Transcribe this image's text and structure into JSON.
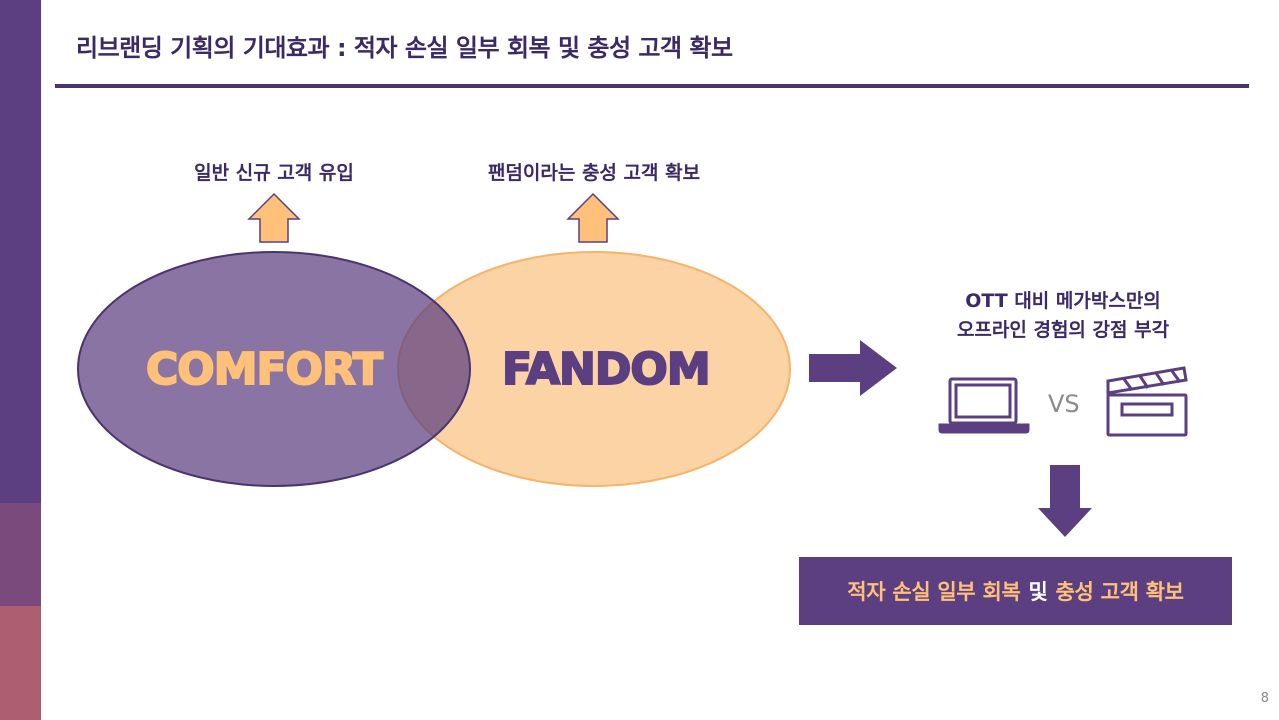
{
  "colors": {
    "primary": "#5b3f80",
    "title": "#3b2a66",
    "accent_orange": "#ffc17a",
    "orange_fill": "#fbd3a5",
    "orange_stroke": "#f4b46a",
    "side_mid": "#7b4a7c",
    "side_bottom": "#ad5f70"
  },
  "slide": {
    "title": "리브랜딩 기획의 기대효과 : 적자 손실 일부 회복 및 충성 고객 확보",
    "page_number": "8"
  },
  "labels": {
    "left_goal": "일반 신규 고객 유입",
    "right_goal": "팬덤이라는 충성 고객 확보"
  },
  "venn": {
    "left_word": "COMFORT",
    "right_word": "FANDOM"
  },
  "comparison": {
    "caption_line1": "OTT 대비 메가박스만의",
    "caption_line2": "오프라인 경험의 강점 부각",
    "vs_label": "VS",
    "left_icon": "laptop-icon",
    "right_icon": "clapperboard-icon"
  },
  "result": {
    "part1": "적자 손실 일부 회복",
    "part2": "및",
    "part3": "충성 고객 확보"
  }
}
